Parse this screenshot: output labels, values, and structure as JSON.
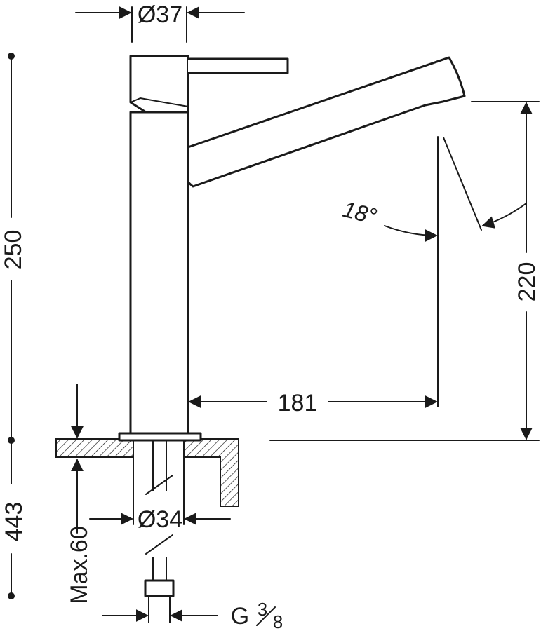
{
  "dimensions": {
    "top_diameter": "Ø37",
    "height_total": "250",
    "spout_height": "220",
    "spout_reach": "181",
    "swivel_angle": "18°",
    "pipe_length": "443",
    "max_thickness": "Max.60",
    "hole_diameter": "Ø34",
    "thread_prefix": "G",
    "thread_numerator": "3",
    "thread_denominator": "8"
  },
  "colors": {
    "line": "#1a1a1a",
    "background": "#ffffff"
  }
}
